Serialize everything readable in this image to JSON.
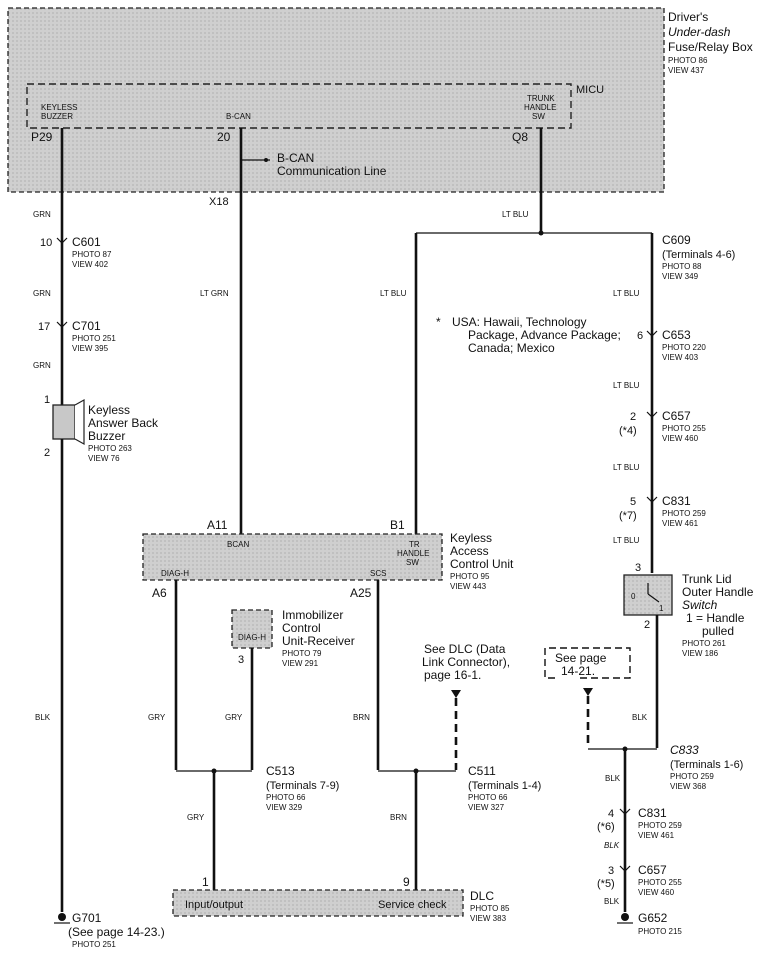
{
  "fuse_box": {
    "title_lines": [
      "Driver's",
      "Under-dash",
      "Fuse/Relay Box"
    ],
    "photo": "PHOTO 86",
    "view": "VIEW 437"
  },
  "micu": {
    "label": "MICU",
    "keyless_buzzer_lines": [
      "KEYLESS",
      "BUZZER"
    ],
    "bcan": "B-CAN",
    "trunk_lines": [
      "TRUNK",
      "HANDLE",
      "SW"
    ],
    "pins": {
      "p29": "P29",
      "p20": "20",
      "q8": "Q8"
    }
  },
  "bcan_line_lines": [
    "B-CAN",
    "Communication Line"
  ],
  "x18": "X18",
  "wires": {
    "grn": "GRN",
    "lt_grn": "LT GRN",
    "lt_blu": "LT BLU",
    "blk": "BLK",
    "gry": "GRY",
    "brn": "BRN"
  },
  "c601": {
    "pin": "10",
    "name": "C601",
    "photo": "PHOTO 87",
    "view": "VIEW 402"
  },
  "c701": {
    "pin": "17",
    "name": "C701",
    "photo": "PHOTO 251",
    "view": "VIEW 395"
  },
  "buzzer": {
    "pin1": "1",
    "pin2": "2",
    "title_lines": [
      "Keyless",
      "Answer Back",
      "Buzzer"
    ],
    "photo": "PHOTO 263",
    "view": "VIEW 76"
  },
  "g701": {
    "name": "G701",
    "see": "(See page 14-23.)",
    "photo": "PHOTO 251"
  },
  "c609": {
    "name": "C609",
    "terminals": "(Terminals 4-6)",
    "photo": "PHOTO 88",
    "view": "VIEW 349"
  },
  "note": {
    "marker": "*",
    "lines": [
      "USA: Hawaii, Technology",
      "Package, Advance Package;",
      "Canada; Mexico"
    ]
  },
  "c653": {
    "pin": "6",
    "name": "C653",
    "photo": "PHOTO 220",
    "view": "VIEW 403"
  },
  "c657_top": {
    "pin": "2",
    "star": "(*4)",
    "name": "C657",
    "photo": "PHOTO 255",
    "view": "VIEW 460"
  },
  "c831_top": {
    "pin": "5",
    "star": "(*7)",
    "name": "C831",
    "photo": "PHOTO 259",
    "view": "VIEW 461"
  },
  "kacu": {
    "title_lines": [
      "Keyless",
      "Access",
      "Control Unit"
    ],
    "photo": "PHOTO 95",
    "view": "VIEW 443",
    "bcan": "BCAN",
    "tr_lines": [
      "TR",
      "HANDLE",
      "SW"
    ],
    "diag": "DIAG-H",
    "scs": "SCS",
    "pins": {
      "a11": "A11",
      "b1": "B1",
      "a6": "A6",
      "a25": "A25"
    }
  },
  "trunk_switch": {
    "pin3": "3",
    "pin2": "2",
    "title_lines": [
      "Trunk Lid",
      "Outer Handle"
    ],
    "switch_word": "Switch",
    "note_lines": [
      "1 = Handle",
      "pulled"
    ],
    "photo": "PHOTO 261",
    "view": "VIEW 186",
    "glyph0": "0",
    "glyph1": "1"
  },
  "immobilizer": {
    "diag": "DIAG-H",
    "pin": "3",
    "title_lines": [
      "Immobilizer",
      "Control",
      "Unit-Receiver"
    ],
    "photo": "PHOTO 79",
    "view": "VIEW 291"
  },
  "see_dlc_lines": [
    "See DLC (Data",
    "Link Connector),",
    "page 16-1."
  ],
  "see_page_lines": [
    "See page",
    "14-21."
  ],
  "c513": {
    "name": "C513",
    "terminals": "(Terminals 7-9)",
    "photo": "PHOTO 66",
    "view": "VIEW 329"
  },
  "c511": {
    "name": "C511",
    "terminals": "(Terminals 1-4)",
    "photo": "PHOTO 66",
    "view": "VIEW 327"
  },
  "c833": {
    "name": "C833",
    "terminals": "(Terminals 1-6)",
    "photo": "PHOTO 259",
    "view": "VIEW 368"
  },
  "c831_bot": {
    "pin": "4",
    "star": "(*6)",
    "name": "C831",
    "photo": "PHOTO 259",
    "view": "VIEW 461",
    "wire": "BLK"
  },
  "c657_bot": {
    "pin": "3",
    "star": "(*5)",
    "name": "C657",
    "photo": "PHOTO 255",
    "view": "VIEW 460",
    "wire": "BLK"
  },
  "g652": {
    "name": "G652",
    "photo": "PHOTO 215"
  },
  "dlc": {
    "pin1": "1",
    "pin9": "9",
    "input": "Input/output",
    "service": "Service check",
    "name": "DLC",
    "photo": "PHOTO 85",
    "view": "VIEW 383"
  }
}
